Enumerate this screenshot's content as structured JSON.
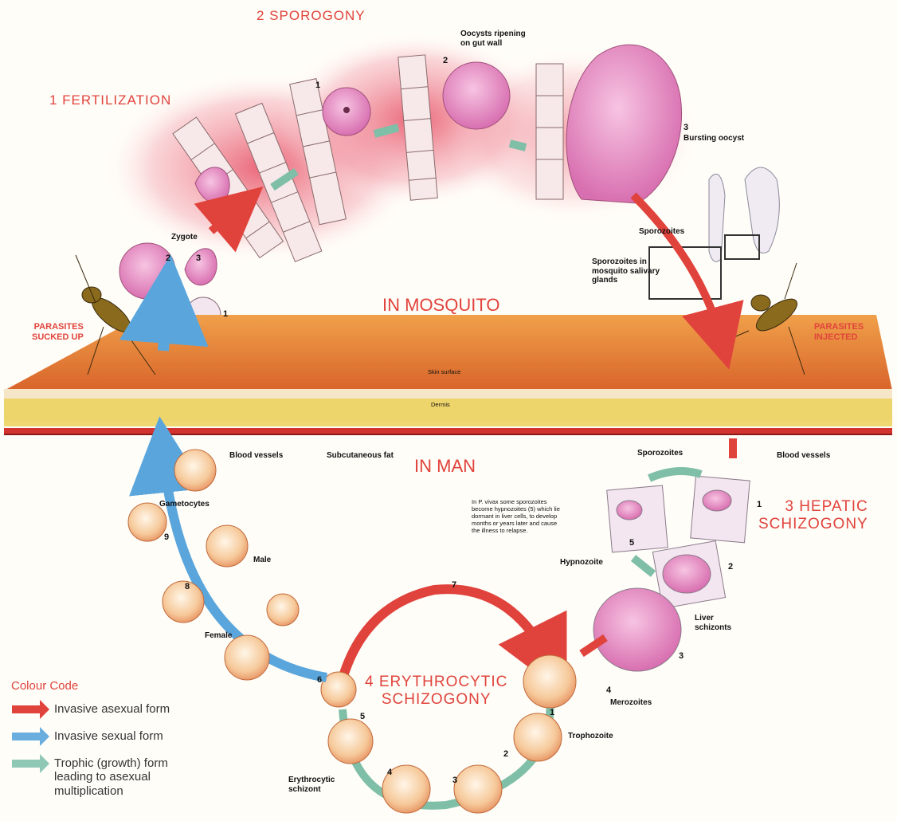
{
  "sections": {
    "sporogony": "2 SPOROGONY",
    "fertilization": "1 FERTILIZATION",
    "in_mosquito": "IN MOSQUITO",
    "in_man": "IN MAN",
    "hepatic": "3 HEPATIC\nSCHIZOGONY",
    "erythrocytic": "4 ERYTHROCYTIC\nSCHIZOGONY"
  },
  "labels": {
    "oocysts_ripening": "Oocysts ripening\non gut wall",
    "bursting_oocyst": "Bursting oocyst",
    "sporozoites": "Sporozoites",
    "sporozoites_in_glands": "Sporozoites in\nmosquito salivary\nglands",
    "zygote": "Zygote",
    "parasites_sucked_up": "PARASITES\nSUCKED UP",
    "parasites_injected": "PARASITES\nINJECTED",
    "skin_surface": "Skin surface",
    "dermis": "Dermis",
    "blood_vessels_left": "Blood vessels",
    "subcutaneous_fat": "Subcutaneous fat",
    "blood_vessels_right": "Blood vessels",
    "sporozoites_liver": "Sporozoites",
    "hypnozoite_note": "In P. vivax some sporozoites\nbecome hypnozoites (5) which lie\ndormant in liver cells, to develop\nmonths or years later and cause\nthe illness to relapse.",
    "hypnozoite": "Hypnozoite",
    "liver_schizonts": "Liver\nschizonts",
    "merozoites": "Merozoites",
    "trophozoite": "Trophozoite",
    "erythrocytic_schizont": "Erythrocytic\nschizont",
    "gametocytes": "Gametocytes",
    "male": "Male",
    "female": "Female"
  },
  "numbers": {
    "fert_1": "1",
    "fert_2": "2",
    "fert_3": "3",
    "spor_1": "1",
    "spor_2": "2",
    "spor_3": "3",
    "hep_1": "1",
    "hep_2": "2",
    "hep_3": "3",
    "hep_4": "4",
    "hep_5": "5",
    "ery_1": "1",
    "ery_2": "2",
    "ery_3": "3",
    "ery_4": "4",
    "ery_5": "5",
    "ery_6": "6",
    "ery_7": "7",
    "gam_8": "8",
    "gam_9": "9"
  },
  "legend": {
    "title": "Colour Code",
    "items": [
      {
        "label": "Invasive asexual form",
        "color": "#e0433c"
      },
      {
        "label": "Invasive sexual form",
        "color": "#6aaee0"
      },
      {
        "label": "Trophic (growth) form\nleading to asexual\nmultiplication",
        "color": "#8fc9b6"
      }
    ]
  },
  "colors": {
    "heading_red": "#e0433c",
    "skin_orange": "#e8893c",
    "fat_yellow": "#ecd15a",
    "cell_pink": "#e58ec3",
    "arrow_green": "#7fbfa8",
    "arrow_blue": "#5aa6dc"
  }
}
